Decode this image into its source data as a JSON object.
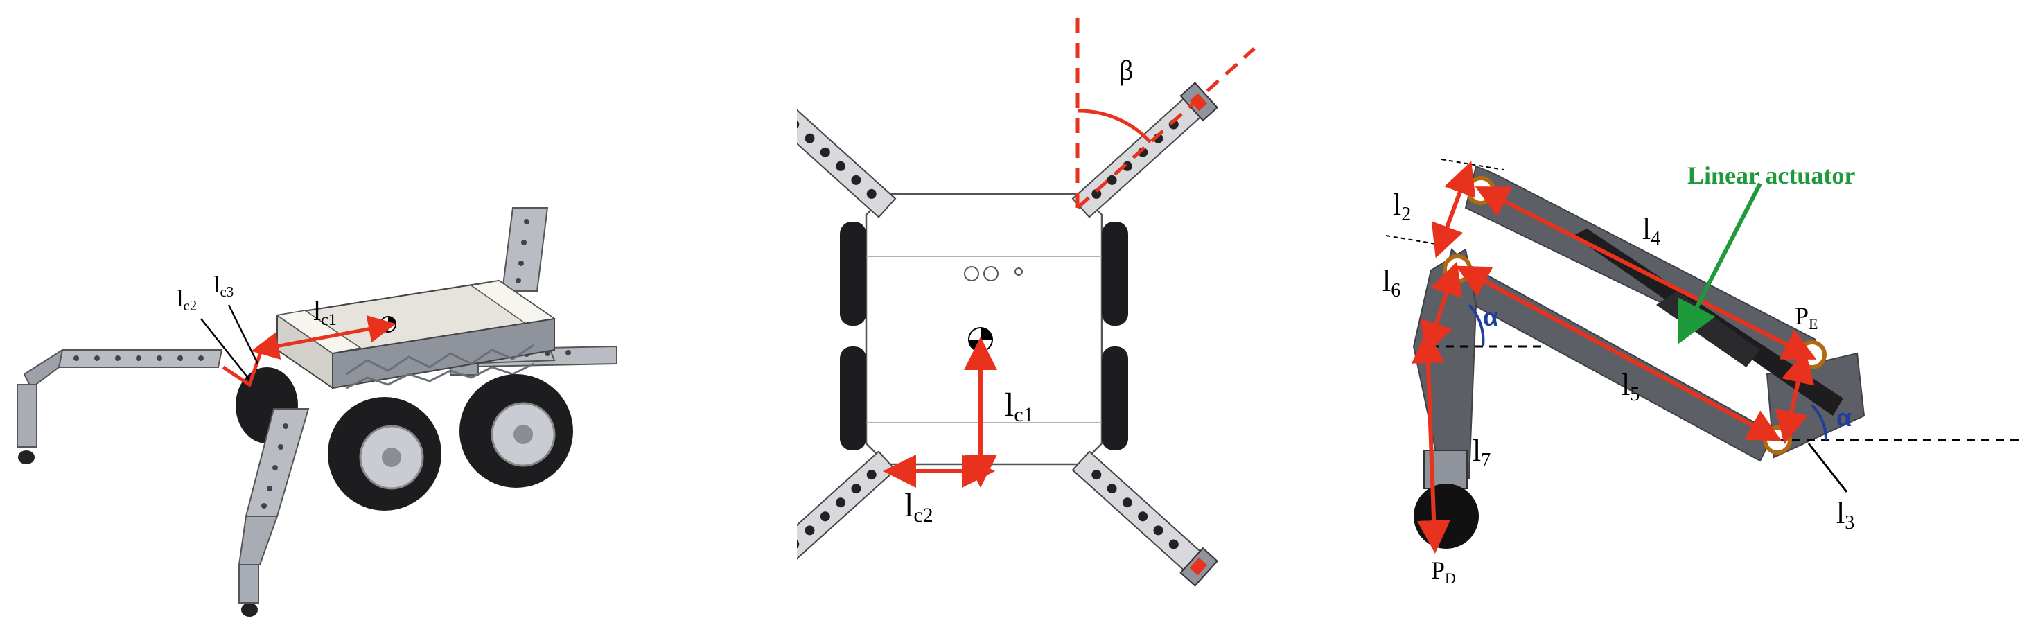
{
  "figure": {
    "left_panel": {
      "labels": {
        "lc1_main": "l",
        "lc1_sub": "c1",
        "lc2_main": "l",
        "lc2_sub": "c2",
        "lc3_main": "l",
        "lc3_sub": "c3"
      }
    },
    "middle_panel": {
      "labels": {
        "beta": "β",
        "lc1_main": "l",
        "lc1_sub": "c1",
        "lc2_main": "l",
        "lc2_sub": "c2"
      }
    },
    "right_panel": {
      "labels": {
        "actuator": "Linear actuator",
        "l2_main": "l",
        "l2_sub": "2",
        "l3_main": "l",
        "l3_sub": "3",
        "l4_main": "l",
        "l4_sub": "4",
        "l5_main": "l",
        "l5_sub": "5",
        "l6_main": "l",
        "l6_sub": "6",
        "l7_main": "l",
        "l7_sub": "7",
        "alpha_left": "α",
        "alpha_right": "α",
        "pe_main": "P",
        "pe_sub": "E",
        "pd_main": "P",
        "pd_sub": "D"
      }
    },
    "colors": {
      "dimension_red": "#e8321e",
      "actuator_green": "#1f9a3a",
      "angle_blue": "#1f3f9a",
      "frame_gray": "#5d5f66"
    }
  }
}
